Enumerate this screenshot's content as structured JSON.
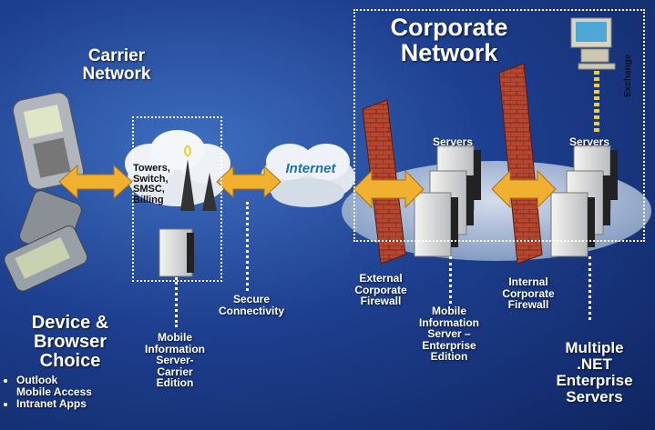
{
  "carrier_network": "Carrier\nNetwork",
  "corporate_network": "Corporate\nNetwork",
  "towers": "Towers,\nSwitch,\nSMSC,\nBilling",
  "internet": "Internet",
  "servers_left": "Servers",
  "servers_right": "Servers",
  "exchange": "Exchange",
  "external_firewall": "External\nCorporate\nFirewall",
  "internal_firewall": "Internal\nCorporate\nFirewall",
  "secure_connectivity": "Secure\nConnectivity",
  "device_choice": "Device &\nBrowser\nChoice",
  "device_bullets": [
    "Outlook\nMobile Access",
    "Intranet Apps"
  ],
  "mis_carrier": "Mobile\nInformation\nServer-\nCarrier\nEdition",
  "mis_enterprise": "Mobile\nInformation\nServer –\nEnterprise\nEdition",
  "net_servers": "Multiple\n.NET\nEnterprise\nServers",
  "colors": {
    "arrow": "#f0b030",
    "firewall": "#b8462e",
    "internet_text": "#1a6fb0",
    "background": "#1e3f8f"
  }
}
